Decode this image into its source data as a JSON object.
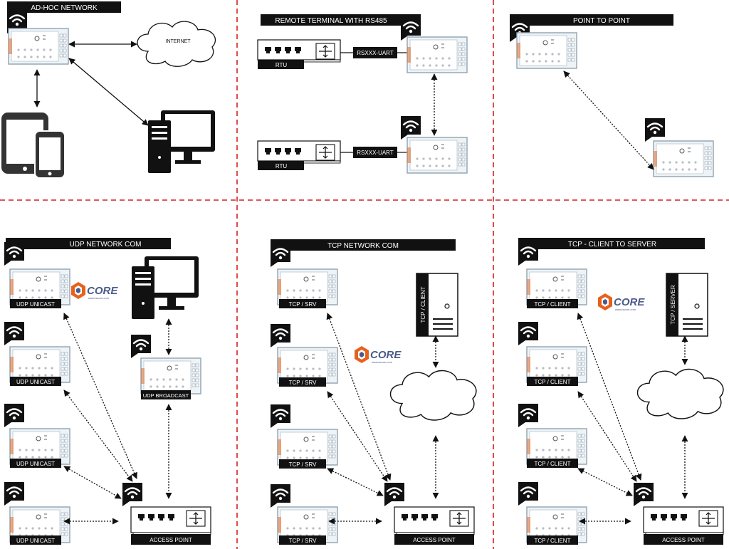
{
  "colors": {
    "ink": "#111111",
    "divider": "#d22020",
    "module_fill": "#eef3f6",
    "module_border": "#8fa3b2",
    "dot_grey": "#b8bcc2",
    "logo_orange": "#e8601c",
    "logo_blue": "#4a5a8a"
  },
  "panels": {
    "adhoc": {
      "title": "AD-HOC NETWORK",
      "cloud_label": "INTERNET"
    },
    "remote": {
      "title": "REMOTE TERMINAL  WITH  RS485",
      "rtu_label": "RTU",
      "uart_label": "RSXXX-UART"
    },
    "p2p": {
      "title": "POINT TO POINT"
    },
    "udp": {
      "title": "UDP NETWORK COM",
      "unicast_label": "UDP UNICAST",
      "broadcast_label": "UDP BROADCAST",
      "ap_label": "ACCESS POINT"
    },
    "tcp": {
      "title": "TCP NETWORK COM",
      "node_label": "TCP / SRV",
      "server_label": "TCP / CLIENT",
      "ap_label": "ACCESS POINT"
    },
    "tcpcs": {
      "title": "TCP - CLIENT TO SERVER",
      "node_label": "TCP / CLIENT",
      "server_label": "TCP / SERVER",
      "ap_label": "ACCESS POINT"
    }
  },
  "logo": {
    "text": "CORE",
    "sub": "www.iscore.com"
  },
  "icons": [
    "wifi-icon",
    "tablet-icon",
    "phone-icon",
    "desktop-icon",
    "server-icon",
    "cloud-icon",
    "switch-icon",
    "logo-icon"
  ]
}
